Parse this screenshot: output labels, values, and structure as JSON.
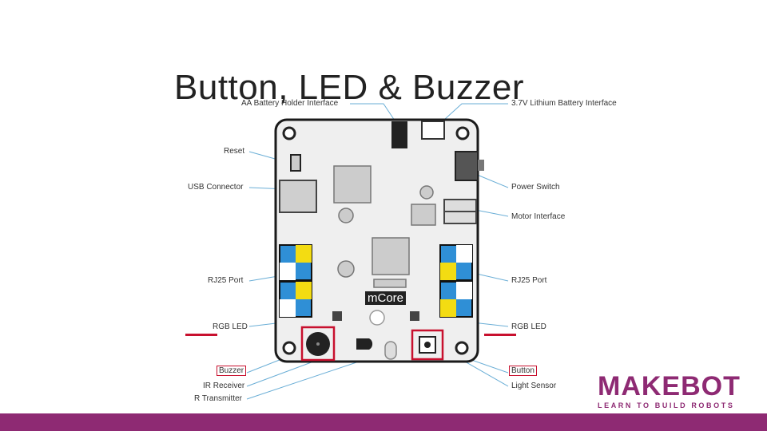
{
  "slide": {
    "title": "Button, LED & Buzzer"
  },
  "board": {
    "name": "mCore"
  },
  "labels_left": {
    "aa_battery": "AA Battery Holder Interface",
    "reset": "Reset",
    "usb": "USB Connector",
    "rj25_left": "RJ25 Port",
    "rgb_led_left": "RGB LED",
    "buzzer": "Buzzer",
    "ir_receiver": "IR Receiver",
    "ir_transmitter": "R Transmitter"
  },
  "labels_right": {
    "lithium": "3.7V Lithium Battery Interface",
    "power_switch": "Power Switch",
    "motor": "Motor Interface",
    "rj25_right": "RJ25 Port",
    "rgb_led_right": "RGB LED",
    "button": "Button",
    "light_sensor": "Light Sensor"
  },
  "brand": {
    "name": "MAKEBOT",
    "tagline": "LEARN TO BUILD ROBOTS"
  },
  "colors": {
    "accent": "#8e2a73",
    "highlight": "#c8102e",
    "board": "#efefef",
    "connector_yellow": "#f3dc12",
    "connector_blue": "#2f8fd6"
  }
}
